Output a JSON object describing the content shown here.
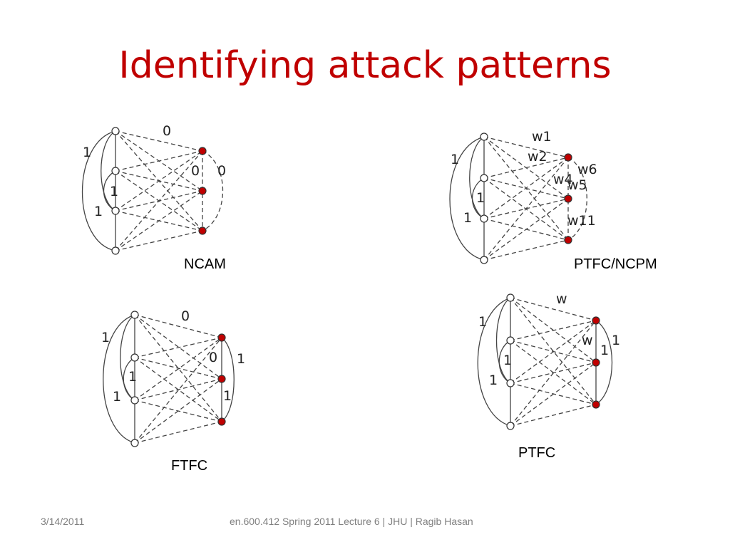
{
  "slide": {
    "title": "Identifying attack patterns",
    "footer_left": "3/14/2011",
    "footer_center": "en.600.412 Spring 2011 Lecture 6 | JHU | Ragib Hasan"
  },
  "diagrams": [
    {
      "caption": "NCAM",
      "labels": [
        "0",
        "1",
        "1",
        "1",
        "0",
        "0"
      ]
    },
    {
      "caption": "PTFC/NCPM",
      "labels": [
        "w1",
        "w2",
        "w6",
        "w4",
        "w5",
        "w11",
        "1",
        "1",
        "1"
      ]
    },
    {
      "caption": "FTFC",
      "labels": [
        "0",
        "1",
        "1",
        "1",
        "0",
        "1",
        "1"
      ]
    },
    {
      "caption": "PTFC",
      "labels": [
        "w",
        "w",
        "1",
        "1",
        "1",
        "1",
        "1"
      ]
    }
  ],
  "colors": {
    "title": "#c00000",
    "red_node": "#c00000",
    "footer": "#7f7f7f"
  }
}
